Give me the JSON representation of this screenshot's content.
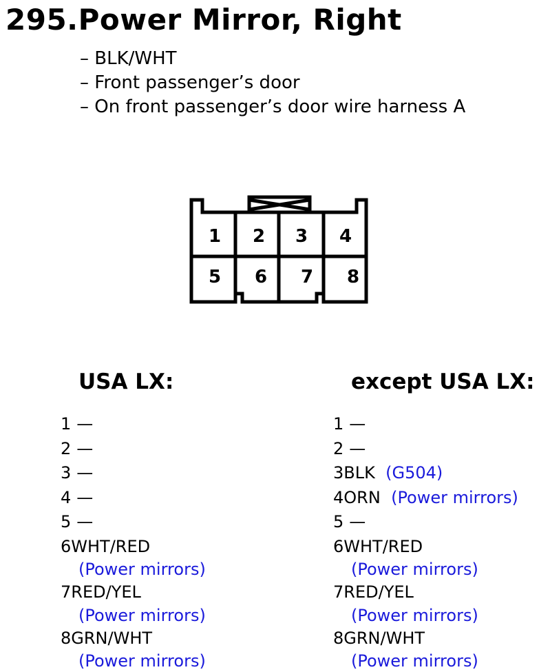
{
  "title": "295.Power Mirror, Right",
  "info": [
    "– BLK/WHT",
    "– Front passenger’s door",
    "– On front passenger’s door wire harness A"
  ],
  "connector": {
    "top_row": [
      "1",
      "2",
      "3",
      "4"
    ],
    "bottom_row": [
      "5",
      "6",
      "7",
      "8"
    ]
  },
  "columns": [
    {
      "heading": "USA LX:",
      "pins": [
        {
          "num": "1",
          "wire": "—",
          "note": ""
        },
        {
          "num": "2",
          "wire": "—",
          "note": ""
        },
        {
          "num": "3",
          "wire": "—",
          "note": ""
        },
        {
          "num": "4",
          "wire": "—",
          "note": ""
        },
        {
          "num": "5",
          "wire": "—",
          "note": ""
        },
        {
          "num": "6",
          "wire": "WHT/RED",
          "note": "(Power mirrors)"
        },
        {
          "num": "7",
          "wire": "RED/YEL",
          "note": "(Power mirrors)"
        },
        {
          "num": "8",
          "wire": "GRN/WHT",
          "note": "(Power mirrors)"
        }
      ]
    },
    {
      "heading": "except USA LX:",
      "pins": [
        {
          "num": "1",
          "wire": "—",
          "note": ""
        },
        {
          "num": "2",
          "wire": "—",
          "note": ""
        },
        {
          "num": "3",
          "wire": "BLK",
          "note": "(G504)"
        },
        {
          "num": "4",
          "wire": "ORN",
          "note": "(Power mirrors)"
        },
        {
          "num": "5",
          "wire": "—",
          "note": ""
        },
        {
          "num": "6",
          "wire": "WHT/RED",
          "note": "(Power mirrors)"
        },
        {
          "num": "7",
          "wire": "RED/YEL",
          "note": "(Power mirrors)"
        },
        {
          "num": "8",
          "wire": "GRN/WHT",
          "note": "(Power mirrors)"
        }
      ]
    }
  ],
  "colors": {
    "note": "#1a1adb",
    "text": "#000000"
  }
}
